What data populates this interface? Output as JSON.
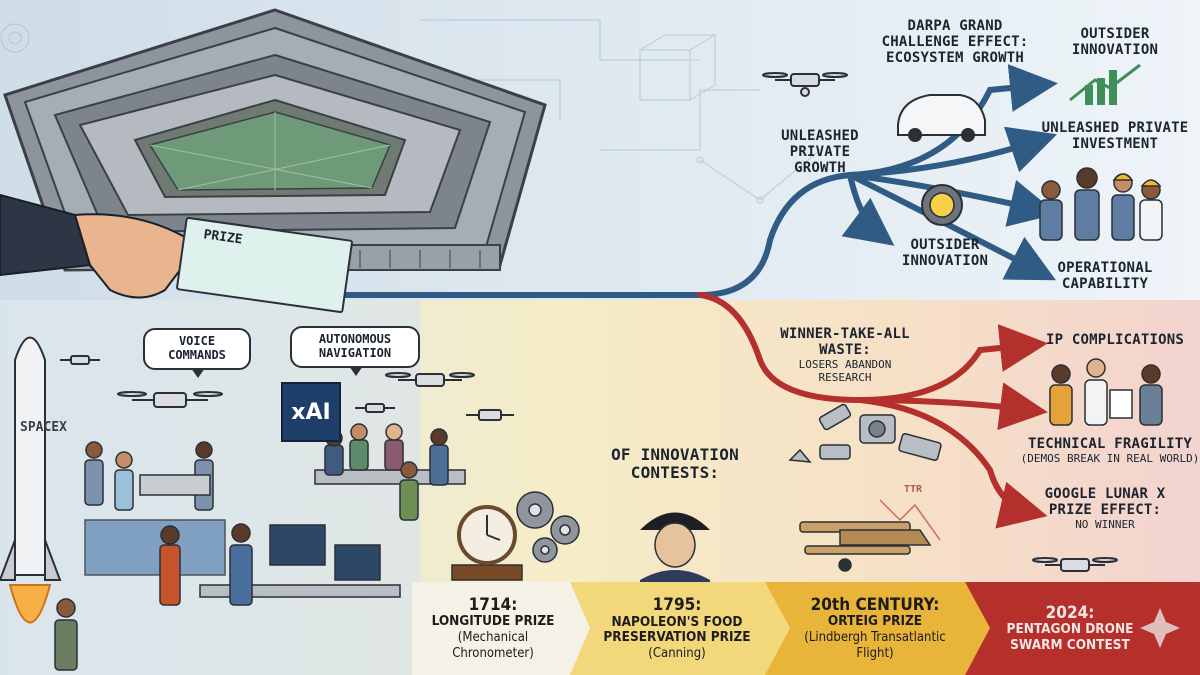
{
  "check": {
    "label": "PRIZE"
  },
  "xai_logo": "xAI",
  "rocket_text": "SPACEX",
  "bubbles": {
    "voice": "VOICE COMMANDS",
    "autonomous": "AUTONOMOUS NAVIGATION"
  },
  "center_heading": "OF INNOVATION CONTESTS:",
  "crack_text": "TTR",
  "branches": {
    "upper": {
      "darpa": "DARPA GRAND CHALLENGE EFFECT: ECOSYSTEM GROWTH",
      "unleashed_growth": "UNLEASHED PRIVATE GROWTH",
      "outsider_mid": "OUTSIDER INNOVATION",
      "outsider_top": "OUTSIDER INNOVATION",
      "unleashed_investment": "UNLEASHED PRIVATE INVESTMENT",
      "operational": "OPERATIONAL CAPABILITY"
    },
    "lower": {
      "winner_title": "WINNER-TAKE-ALL WASTE:",
      "winner_sub": "LOSERS ABANDON RESEARCH",
      "ip": "IP COMPLICATIONS",
      "fragility_title": "TECHNICAL FRAGILITY",
      "fragility_sub": "(DEMOS BREAK IN REAL WORLD)",
      "lunar_title": "GOOGLE LUNAR X PRIZE EFFECT:",
      "lunar_sub": "NO WINNER"
    }
  },
  "timeline": [
    {
      "year": "1714:",
      "title": "LONGITUDE PRIZE",
      "detail": "(Mechanical Chronometer)"
    },
    {
      "year": "1795:",
      "title": "NAPOLEON'S FOOD PRESERVATION PRIZE",
      "detail": "(Canning)"
    },
    {
      "year": "20th CENTURY:",
      "title": "ORTEIG PRIZE",
      "detail": "(Lindbergh Transatlantic Flight)"
    },
    {
      "year": "2024:",
      "title": "PENTAGON DRONE SWARM CONTEST",
      "detail": ""
    }
  ],
  "colors": {
    "upper_arrow": "#2f5b84",
    "lower_arrow": "#b3302c",
    "timeline_1": "#f4f1e6",
    "timeline_2": "#f3d77b",
    "timeline_3": "#e9b43a",
    "timeline_4": "#b52f2b"
  }
}
